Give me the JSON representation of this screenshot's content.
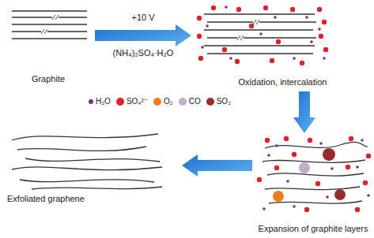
{
  "diagram": {
    "nodes": [
      {
        "text": [
          "Graphite"
        ]
      },
      {
        "text": [
          "Oxidation, intercalation"
        ]
      },
      {
        "text": [
          "Expansion of graphite layers"
        ]
      },
      {
        "text": [
          "Exfoliated graphene"
        ]
      }
    ],
    "edges": [
      {
        "from": 0,
        "to": 1,
        "label": "+10 V",
        "arrow": "to"
      },
      {
        "from": 1,
        "to": 2,
        "arrow": "to"
      },
      {
        "from": 2,
        "to": 3,
        "arrow": "to"
      }
    ],
    "labels": [
      "(NH₄)₂SO₄·H₂O"
    ],
    "legend": [
      {
        "text": "H₂O",
        "color": "#7b2d8e"
      },
      {
        "text": "SO₄²⁻",
        "color": "#e0202a"
      },
      {
        "text": "O₂",
        "color": "#f07d1a"
      },
      {
        "text": "CO",
        "color": "#bfaed0"
      },
      {
        "text": "SO₂",
        "color": "#9b2b2b"
      }
    ]
  }
}
